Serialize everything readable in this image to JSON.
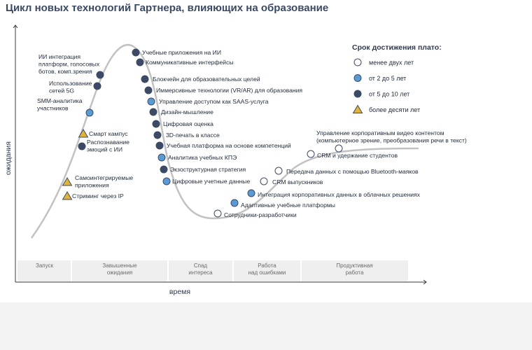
{
  "title": "Цикл новых технологий Гартнера, влияющих на образование",
  "axes": {
    "y_label": "ожидания",
    "x_label": "время"
  },
  "phases": [
    [
      "Запуск"
    ],
    [
      "Завышенные",
      "ожидания"
    ],
    [
      "Спад",
      "интереса"
    ],
    [
      "Работа",
      "над ошибками"
    ],
    [
      "Продуктивная",
      "работа"
    ]
  ],
  "legend": {
    "title": "Срок достижения плато:",
    "items": [
      {
        "label": "менее двух лет",
        "marker": "circle-white"
      },
      {
        "label": "от 2 до 5 лет",
        "marker": "circle-blue"
      },
      {
        "label": "от 5 до 10 лет",
        "marker": "circle-dark"
      },
      {
        "label": "более десяти лет",
        "marker": "triangle"
      }
    ]
  },
  "colors": {
    "circle-white": "#ffffff",
    "circle-blue": "#5b9bd5",
    "circle-dark": "#3d4a66",
    "triangle": "#e0b43a",
    "curve": "#c2c2c2"
  },
  "technologies": [
    {
      "lines": [
        "Стриминг через IP"
      ],
      "marker": "triangle"
    },
    {
      "lines": [
        "Самоинтегрируемые",
        "приложения"
      ],
      "marker": "triangle"
    },
    {
      "lines": [
        "Распознавание",
        "эмоций с ИИ"
      ],
      "marker": "circle-dark"
    },
    {
      "lines": [
        "Смарт кампус"
      ],
      "marker": "triangle"
    },
    {
      "lines": [
        "SMM-аналитика",
        "участников"
      ],
      "marker": "circle-blue"
    },
    {
      "lines": [
        "Использование",
        "сетей 5G"
      ],
      "marker": "circle-dark"
    },
    {
      "lines": [
        "ИИ интеграция",
        "платформ, голосовых",
        "ботов, комп.зрения"
      ],
      "marker": "circle-dark"
    },
    {
      "lines": [
        "Учебные приложения на ИИ"
      ],
      "marker": "circle-dark"
    },
    {
      "lines": [
        "Коммуникативные интерфейсы"
      ],
      "marker": "circle-dark"
    },
    {
      "lines": [
        "Блокчейн для образовательных целей"
      ],
      "marker": "circle-dark"
    },
    {
      "lines": [
        "Иммерсивные технологии (VR/AR) для образования"
      ],
      "marker": "circle-dark"
    },
    {
      "lines": [
        "Управление доступом как SAAS-услуга"
      ],
      "marker": "circle-blue"
    },
    {
      "lines": [
        "Дизайн-мышление"
      ],
      "marker": "circle-dark"
    },
    {
      "lines": [
        "Цифровая оценка"
      ],
      "marker": "circle-dark"
    },
    {
      "lines": [
        "3D-печать в классе"
      ],
      "marker": "circle-dark"
    },
    {
      "lines": [
        "Учебная платформа на основе компетенций"
      ],
      "marker": "circle-dark"
    },
    {
      "lines": [
        "Аналитика учебных КПЭ"
      ],
      "marker": "circle-blue"
    },
    {
      "lines": [
        "Экзоструктурная стратегия"
      ],
      "marker": "circle-dark"
    },
    {
      "lines": [
        "Цифровые учетные данные"
      ],
      "marker": "circle-blue"
    },
    {
      "lines": [
        "Сотрудники-разработчики"
      ],
      "marker": "circle-white"
    },
    {
      "lines": [
        "Адаптивные учебные платформы"
      ],
      "marker": "circle-blue"
    },
    {
      "lines": [
        "Интеграция корпоративных данных в облачных решениях"
      ],
      "marker": "circle-blue"
    },
    {
      "lines": [
        "CRM выпускников"
      ],
      "marker": "circle-white"
    },
    {
      "lines": [
        "Передача данных с помощью Bluetooth-маяков"
      ],
      "marker": "circle-white"
    },
    {
      "lines": [
        "CRM и удержание студентов"
      ],
      "marker": "circle-white"
    },
    {
      "lines": [
        "Управление корпоративным видео контентом",
        "(компьютерное зрение, преобразования речи в текст)"
      ],
      "marker": "circle-white"
    }
  ]
}
